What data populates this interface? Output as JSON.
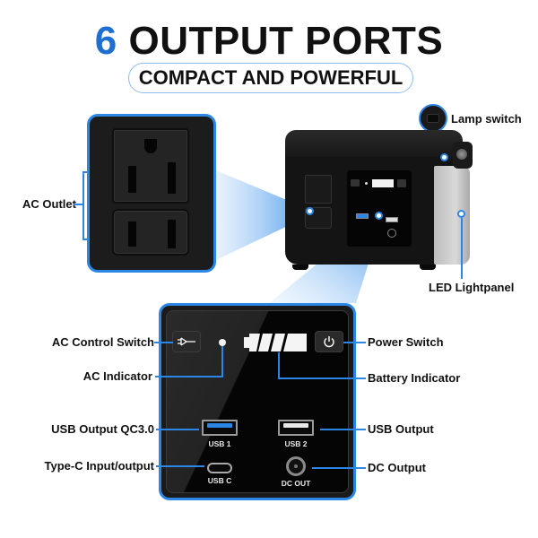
{
  "header": {
    "title_number": "6",
    "title_text": "OUTPUT PORTS",
    "subtitle": "COMPACT AND POWERFUL"
  },
  "colors": {
    "accent_blue": "#2c86e6",
    "title_number_blue": "#1e6fd0",
    "panel_dark": "#1a1a1a",
    "background": "#ffffff"
  },
  "outlet_callout": {
    "label": "AC Outlet",
    "outlets": [
      {
        "type": "3-prong",
        "position": "top"
      },
      {
        "type": "2-prong",
        "position": "bottom"
      }
    ]
  },
  "device_callouts": {
    "lamp_switch": "Lamp switch",
    "led_lightpanel": "LED Lightpanel"
  },
  "control_panel": {
    "left_labels": {
      "ac_control_switch": "AC Control Switch",
      "ac_indicator": "AC Indicator",
      "usb_output_qc": "USB Output QC3.0",
      "type_c": "Type-C Input/output"
    },
    "right_labels": {
      "power_switch": "Power Switch",
      "battery_indicator": "Battery Indicator",
      "usb_output": "USB Output",
      "dc_output": "DC Output"
    },
    "port_labels": {
      "usb1": "USB 1",
      "usb2": "USB 2",
      "usbc": "USB C",
      "dcout": "DC OUT"
    },
    "icons": {
      "ac_switch": "plug-icon",
      "power_switch": "power-icon"
    },
    "battery_bars": 4
  }
}
